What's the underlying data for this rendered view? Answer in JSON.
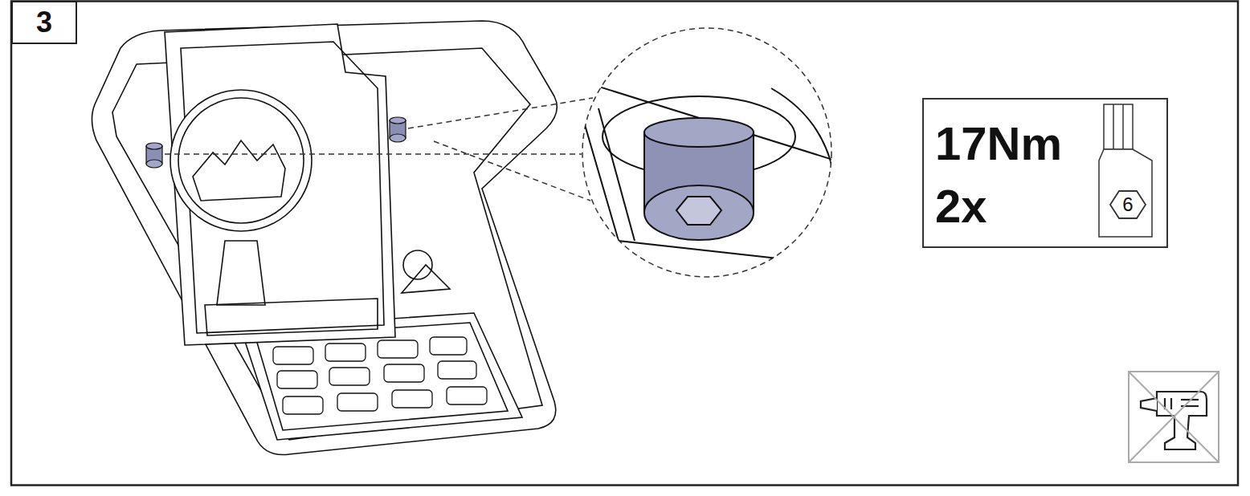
{
  "diagram": {
    "nodes": [
      {
        "text": [
          "3"
        ]
      },
      {
        "text": [
          "17Nm",
          "2x"
        ]
      },
      {
        "text": [
          "6"
        ],
        "in": 1
      }
    ]
  }
}
